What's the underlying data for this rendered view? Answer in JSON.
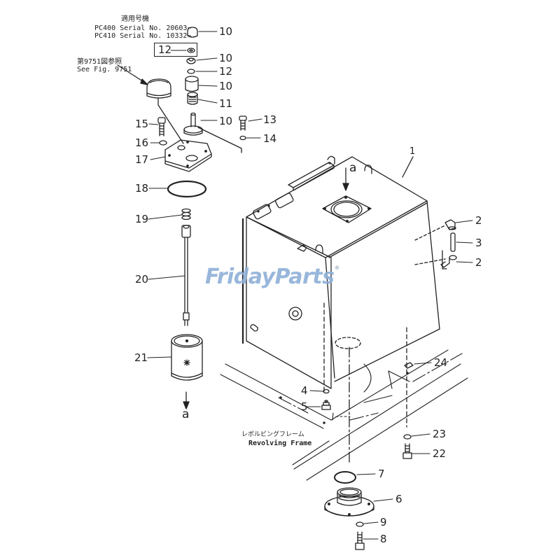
{
  "diagram": {
    "type": "exploded parts diagram",
    "subject": "Hydraulic tank assembly",
    "applicability_note": {
      "jp_heading": "適用号機",
      "lines": [
        "PC400 Serial No. 20603~",
        "PC410 Serial No. 10332~"
      ]
    },
    "reference_note": {
      "jp": "第9751図参照",
      "en": "See Fig. 9751"
    },
    "frame_label": {
      "jp": "レボルビングフレーム",
      "en": "Revolving Frame"
    },
    "flow_marker": "a",
    "watermark": "FridayParts",
    "watermark_mark": "®",
    "callouts": [
      {
        "id": "c10a",
        "number": "10"
      },
      {
        "id": "c12box",
        "number": "12"
      },
      {
        "id": "c10b",
        "number": "10"
      },
      {
        "id": "c12b",
        "number": "12"
      },
      {
        "id": "c10c",
        "number": "10"
      },
      {
        "id": "c11",
        "number": "11"
      },
      {
        "id": "c10d",
        "number": "10"
      },
      {
        "id": "c13",
        "number": "13"
      },
      {
        "id": "c14",
        "number": "14"
      },
      {
        "id": "c15",
        "number": "15"
      },
      {
        "id": "c16",
        "number": "16"
      },
      {
        "id": "c17",
        "number": "17"
      },
      {
        "id": "c18",
        "number": "18"
      },
      {
        "id": "c19",
        "number": "19"
      },
      {
        "id": "c20",
        "number": "20"
      },
      {
        "id": "c21",
        "number": "21"
      },
      {
        "id": "c1",
        "number": "1"
      },
      {
        "id": "c2a",
        "number": "2"
      },
      {
        "id": "c3",
        "number": "3"
      },
      {
        "id": "c2b",
        "number": "2"
      },
      {
        "id": "c24",
        "number": "24"
      },
      {
        "id": "c4",
        "number": "4"
      },
      {
        "id": "c5",
        "number": "5"
      },
      {
        "id": "c23",
        "number": "23"
      },
      {
        "id": "c22",
        "number": "22"
      },
      {
        "id": "c7",
        "number": "7"
      },
      {
        "id": "c6",
        "number": "6"
      },
      {
        "id": "c9",
        "number": "9"
      },
      {
        "id": "c8",
        "number": "8"
      }
    ],
    "colors": {
      "line": "#222222",
      "background": "#ffffff",
      "watermark": "#8fb0d8",
      "watermark_accent": "#e8a040"
    }
  }
}
